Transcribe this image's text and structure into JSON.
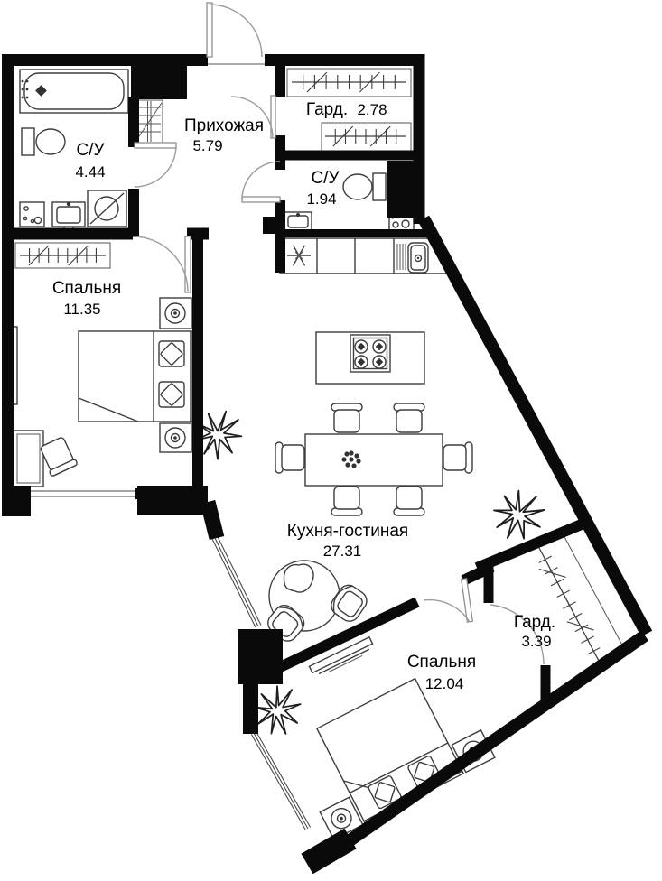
{
  "plan": {
    "type": "apartment-floor-plan",
    "language": "ru",
    "colors": {
      "walls": "#0a0a0a",
      "background": "#ffffff",
      "furniture_line": "#3d3d3d",
      "door_arc": "#9c9c9c"
    },
    "rooms": [
      {
        "id": "bathroom-1",
        "name": "С/У",
        "area": "4.44"
      },
      {
        "id": "hallway",
        "name": "Прихожая",
        "area": "5.79"
      },
      {
        "id": "wardrobe-1",
        "name": "Гард.",
        "area": "2.78"
      },
      {
        "id": "bathroom-2",
        "name": "С/У",
        "area": "1.94"
      },
      {
        "id": "bedroom-1",
        "name": "Спальня",
        "area": "11.35"
      },
      {
        "id": "kitchen-living",
        "name": "Кухня-гостиная",
        "area": "27.31"
      },
      {
        "id": "wardrobe-2",
        "name": "Гард.",
        "area": "3.39"
      },
      {
        "id": "bedroom-2",
        "name": "Спальня",
        "area": "12.04"
      }
    ]
  }
}
